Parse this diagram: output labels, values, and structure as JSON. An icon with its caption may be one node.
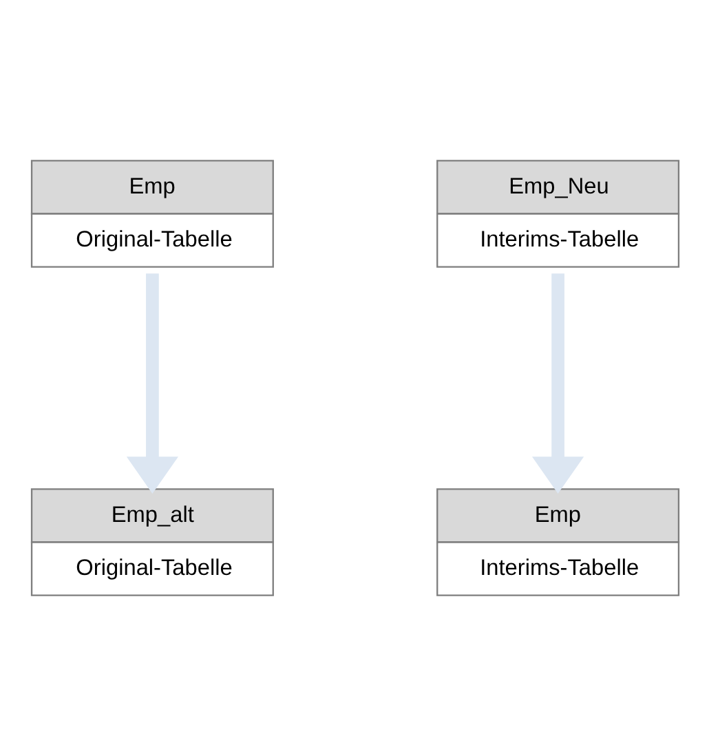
{
  "diagram": {
    "nodes": [
      {
        "text": [
          "Emp",
          "Original-Tabelle"
        ]
      },
      {
        "text": [
          "Emp_Neu",
          "Interims-Tabelle"
        ]
      },
      {
        "text": [
          "Emp_alt",
          "Original-Tabelle"
        ]
      },
      {
        "text": [
          "Emp",
          "Interims-Tabelle"
        ]
      }
    ],
    "edges": [
      {
        "from": 0,
        "to": 2,
        "arrow": "to",
        "color": "#dce6f2"
      },
      {
        "from": 1,
        "to": 3,
        "arrow": "to",
        "color": "#dce6f2"
      }
    ]
  }
}
